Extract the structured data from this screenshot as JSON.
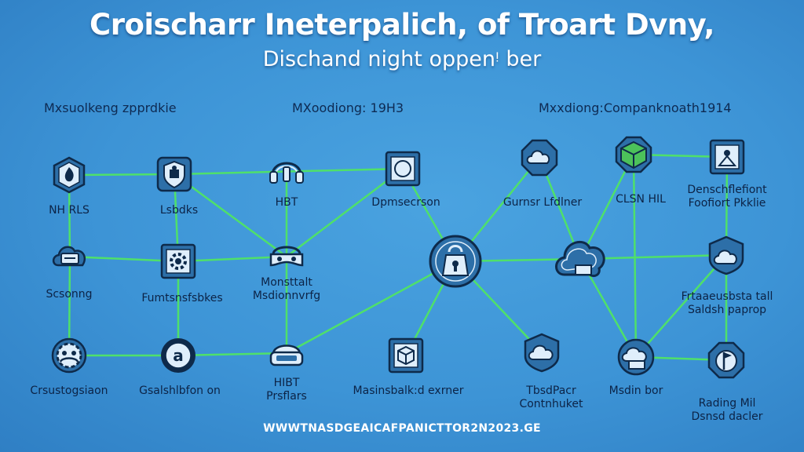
{
  "title": "Croischarr Ineterpalich, of Troart Dvny,",
  "subtitle": "Dischand night oppenᵎ ber",
  "sections": [
    "Mxsuolkeng zpprdkie",
    "MXoodiong: 19H3",
    "Mxxdiong:Companknoath1914"
  ],
  "nodes": [
    {
      "id": "n1",
      "label": "NH RLS",
      "icon": "shield-flame-icon"
    },
    {
      "id": "n2",
      "label": "Lsbdks",
      "icon": "shield-puzzle-icon"
    },
    {
      "id": "n3",
      "label": "HBT",
      "icon": "headphones-icon"
    },
    {
      "id": "n4",
      "label": "Dpmsecrson",
      "icon": "compass-box-icon"
    },
    {
      "id": "n5",
      "label": "Gurnsr Lfdlner",
      "icon": "cloud-octagon-icon"
    },
    {
      "id": "n6",
      "label": "CLSN  HIL",
      "icon": "green-cube-icon"
    },
    {
      "id": "n7",
      "label": "Denschflefiont\nFoofiort Pkklie",
      "icon": "person-box-icon"
    },
    {
      "id": "n8",
      "label": "Scsonng",
      "icon": "cloud-screen-icon"
    },
    {
      "id": "n9",
      "label": "Fumtsnsfsbkes",
      "icon": "gear-box-icon"
    },
    {
      "id": "n10",
      "label": "Monsttalt\nMsdionnvrfg",
      "icon": "vr-headset-icon"
    },
    {
      "id": "n11",
      "label": "",
      "icon": "lock-bag-circle-icon"
    },
    {
      "id": "n12",
      "label": "",
      "icon": "cloud-hub-icon"
    },
    {
      "id": "n13",
      "label": "Frtaaeusbsta tall\nSaldsh paprop",
      "icon": "cloud-shield-icon"
    },
    {
      "id": "n14",
      "label": "Crsustogsiaon",
      "icon": "team-gear-icon"
    },
    {
      "id": "n15",
      "label": "Gsalshlbfon on",
      "icon": "circle-a-icon"
    },
    {
      "id": "n16",
      "label": "HIBT\nPrsflars",
      "icon": "vr-visor-icon"
    },
    {
      "id": "n17",
      "label": "Masinsbalk:d exrner",
      "icon": "cube-box-icon"
    },
    {
      "id": "n18",
      "label": "TbsdPacr\nContnhuket",
      "icon": "cloud-badge-icon"
    },
    {
      "id": "n19",
      "label": "Msdin bor",
      "icon": "cloud-card-icon"
    },
    {
      "id": "n20",
      "label": "Rading Mil\nDsnsd dacler",
      "icon": "flag-target-icon"
    }
  ],
  "footer": "WWWTNASDGEAICAFPANICTTOR2N2023.GE",
  "colors": {
    "background": "#3d94d6",
    "link": "#4fe06a",
    "title": "#ffffff",
    "label": "#0c2346",
    "cube": "#4cc25a"
  }
}
